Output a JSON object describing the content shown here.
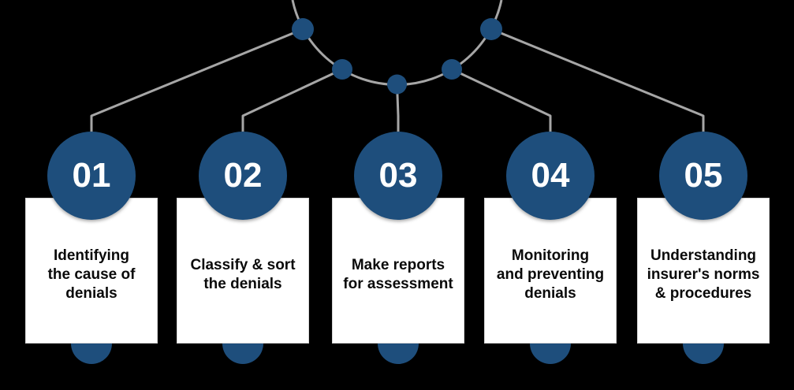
{
  "diagram": {
    "type": "process-steps",
    "colors": {
      "background": "#000000",
      "accent_navy": "#1e4e7c",
      "connector_gray": "#a6a6a6",
      "card_background": "#ffffff",
      "card_border": "#d6d6d6",
      "label_text": "#0a0a0a",
      "number_text": "#ffffff"
    },
    "steps": [
      {
        "number": "01",
        "label": "Identifying\nthe cause of\ndenials"
      },
      {
        "number": "02",
        "label": "Classify & sort\nthe denials"
      },
      {
        "number": "03",
        "label": "Make reports\nfor assessment"
      },
      {
        "number": "04",
        "label": "Monitoring\nand preventing\ndenials"
      },
      {
        "number": "05",
        "label": "Understanding\ninsurer's norms\n& procedures"
      }
    ]
  }
}
